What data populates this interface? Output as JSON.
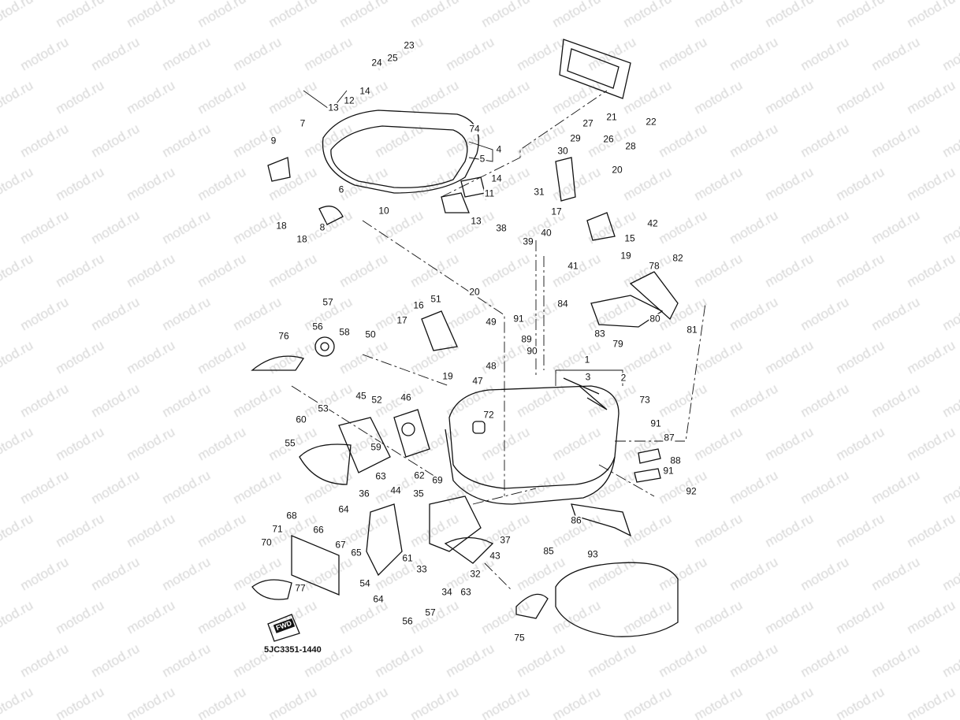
{
  "watermark": "motod.ru",
  "diagram_code": "5JC3351-1440",
  "fwd_mark": "FWD",
  "part_labels": [
    "23",
    "25",
    "24",
    "12",
    "14",
    "13",
    "74",
    "4",
    "5",
    "7",
    "9",
    "14",
    "11",
    "6",
    "10",
    "13",
    "18",
    "8",
    "18",
    "21",
    "22",
    "27",
    "29",
    "26",
    "28",
    "30",
    "31",
    "20",
    "17",
    "40",
    "42",
    "15",
    "19",
    "38",
    "39",
    "41",
    "78",
    "82",
    "84",
    "80",
    "81",
    "83",
    "79",
    "57",
    "56",
    "58",
    "76",
    "51",
    "16",
    "20",
    "17",
    "50",
    "49",
    "91",
    "89",
    "90",
    "19",
    "47",
    "48",
    "1",
    "3",
    "2",
    "73",
    "45",
    "52",
    "46",
    "53",
    "60",
    "72",
    "59",
    "55",
    "63",
    "62",
    "69",
    "91",
    "87",
    "88",
    "91",
    "92",
    "36",
    "44",
    "35",
    "64",
    "68",
    "66",
    "67",
    "71",
    "70",
    "65",
    "61",
    "37",
    "43",
    "85",
    "86",
    "33",
    "32",
    "93",
    "54",
    "64",
    "34",
    "63",
    "57",
    "56",
    "77",
    "75"
  ]
}
